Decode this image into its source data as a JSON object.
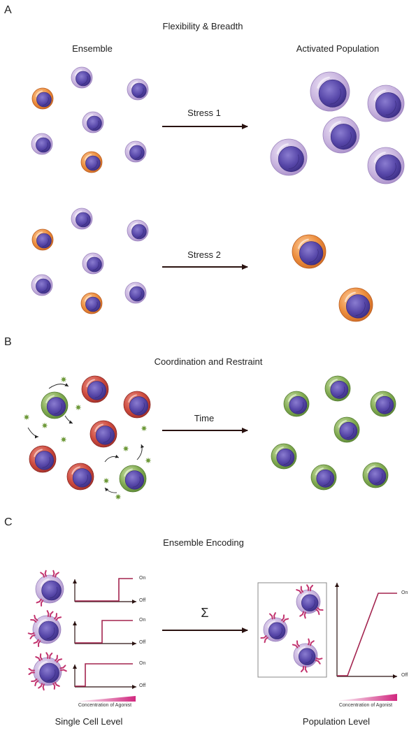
{
  "panels": [
    {
      "letter": "A",
      "title": "Flexibility & Breadth"
    },
    {
      "letter": "B",
      "title": "Coordination and Restraint"
    },
    {
      "letter": "C",
      "title": "Ensemble Encoding"
    }
  ],
  "panel_a": {
    "left_label": "Ensemble",
    "right_label": "Activated Population",
    "arrow_1": "Stress 1",
    "arrow_2": "Stress 2"
  },
  "panel_b": {
    "arrow": "Time"
  },
  "panel_c": {
    "sum_symbol": "Σ",
    "on_label": "On",
    "off_label": "Off",
    "gradient_label": "Concentration of Agonist",
    "left_caption": "Single Cell Level",
    "right_caption": "Population Level"
  },
  "colors": {
    "resting_cell": "#c7b3dd",
    "activated_orange": "#e98a3c",
    "restraining_red": "#c9463d",
    "coordinated_green": "#7aa34c",
    "nucleus": "#5848a6",
    "receptor": "#c2336e",
    "arrow": "#2a1210",
    "response_line": "#a3244f"
  },
  "icons": [
    "cell-icon",
    "nucleus-icon",
    "receptor-icon",
    "signal-star-icon",
    "arrow-icon"
  ]
}
